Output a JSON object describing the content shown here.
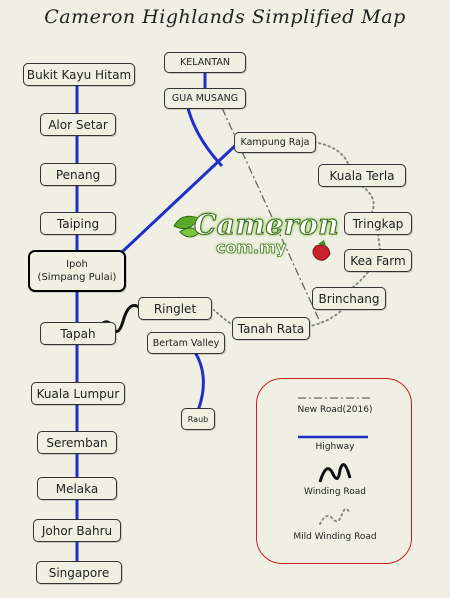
{
  "title": "Cameron Highlands Simplified Map",
  "logo": {
    "text_top": "Cameron",
    "text_bottom": "com.my"
  },
  "stations": {
    "bukit_kayu_hitam": "Bukit Kayu Hitam",
    "alor_setar": "Alor Setar",
    "penang": "Penang",
    "taiping": "Taiping",
    "ipoh_line1": "Ipoh",
    "ipoh_line2": "(Simpang Pulai)",
    "tapah": "Tapah",
    "kuala_lumpur": "Kuala Lumpur",
    "seremban": "Seremban",
    "melaka": "Melaka",
    "johor_bahru": "Johor Bahru",
    "singapore": "Singapore",
    "kelantan": "KELANTAN",
    "gua_musang": "GUA MUSANG",
    "kampung_raja": "Kampung Raja",
    "kuala_terla": "Kuala Terla",
    "tringkap": "Tringkap",
    "kea_farm": "Kea Farm",
    "brinchang": "Brinchang",
    "tanah_rata": "Tanah Rata",
    "ringlet": "Ringlet",
    "bertam_valley": "Bertam Valley",
    "raub": "Raub"
  },
  "legend": {
    "new_road": "New Road(2016)",
    "highway": "Highway",
    "winding_road": "Winding Road",
    "mild_winding_road": "Mild Winding Road"
  },
  "colors": {
    "highway": "#1f2fc8",
    "new_road": "#666666",
    "winding_road": "#111111",
    "mild_winding_road": "#888888",
    "legend_border": "#cc1f1f"
  }
}
